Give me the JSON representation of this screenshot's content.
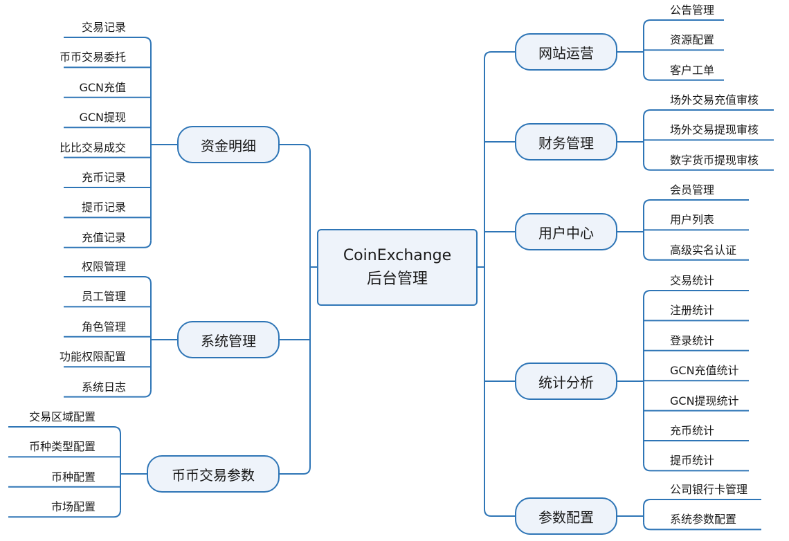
{
  "root": {
    "line1": "CoinExchange",
    "line2": "后台管理"
  },
  "colors": {
    "line": "#2e75b6",
    "fill": "#eef3fa"
  },
  "branches": [
    {
      "label": "资金明细",
      "side": "left",
      "children": [
        "交易记录",
        "币币交易委托",
        "GCN充值",
        "GCN提现",
        "比比交易成交",
        "充币记录",
        "提币记录",
        "充值记录"
      ]
    },
    {
      "label": "系统管理",
      "side": "left",
      "children": [
        "权限管理",
        "员工管理",
        "角色管理",
        "功能权限配置",
        "系统日志"
      ]
    },
    {
      "label": "币币交易参数",
      "side": "left",
      "children": [
        "交易区域配置",
        "币种类型配置",
        "币种配置",
        "市场配置"
      ]
    },
    {
      "label": "网站运营",
      "side": "right",
      "children": [
        "公告管理",
        "资源配置",
        "客户工单"
      ]
    },
    {
      "label": "财务管理",
      "side": "right",
      "children": [
        "场外交易充值审核",
        "场外交易提现审核",
        "数字货币提现审核"
      ]
    },
    {
      "label": "用户中心",
      "side": "right",
      "children": [
        "会员管理",
        "用户列表",
        "高级实名认证"
      ]
    },
    {
      "label": "统计分析",
      "side": "right",
      "children": [
        "交易统计",
        "注册统计",
        "登录统计",
        "GCN充值统计",
        "GCN提现统计",
        "充币统计",
        "提币统计"
      ]
    },
    {
      "label": "参数配置",
      "side": "right",
      "children": [
        "公司银行卡管理",
        "系统参数配置"
      ]
    }
  ]
}
